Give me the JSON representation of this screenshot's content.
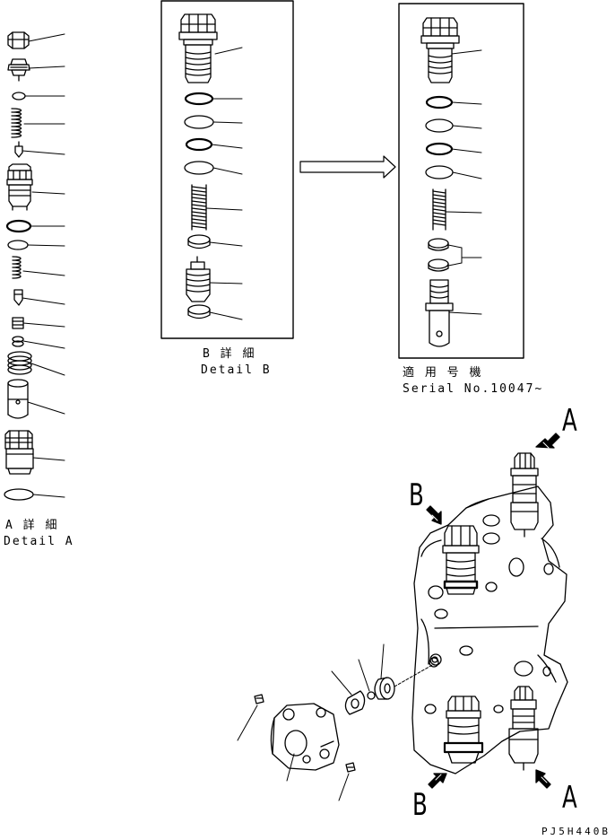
{
  "detail_a": {
    "jp": "A 詳 細",
    "en": "Detail A"
  },
  "detail_b": {
    "jp": "B 詳 細",
    "en": "Detail B"
  },
  "serial": {
    "jp": "適 用 号 機",
    "en": "Serial No.10047~"
  },
  "view_markers": {
    "a_top": "A",
    "a_bottom": "A",
    "b_top": "B",
    "b_bottom": "B"
  },
  "drawing_code": "PJ5H440B",
  "colors": {
    "ink": "#000000",
    "paper": "#ffffff"
  }
}
